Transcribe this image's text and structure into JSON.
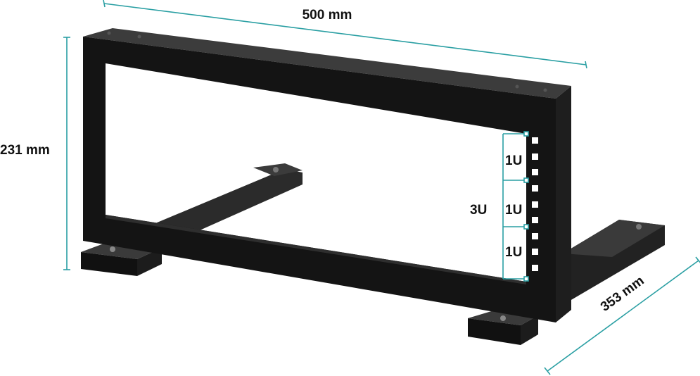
{
  "dimensions": {
    "width": "500 mm",
    "height": "231 mm",
    "depth": "353 mm"
  },
  "units": {
    "total": "3U",
    "unit_labels": [
      "1U",
      "1U",
      "1U"
    ]
  },
  "colors": {
    "dimension_line": "#2a9fa3",
    "frame": "#141414",
    "frame_highlight": "#3a3a3a"
  }
}
